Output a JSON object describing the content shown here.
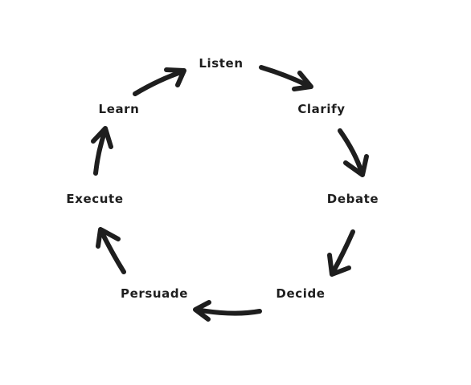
{
  "diagram": {
    "steps": [
      {
        "label": "Listen"
      },
      {
        "label": "Clarify"
      },
      {
        "label": "Debate"
      },
      {
        "label": "Decide"
      },
      {
        "label": "Persuade"
      },
      {
        "label": "Execute"
      },
      {
        "label": "Learn"
      }
    ],
    "arrow_color": "#1e1e1e",
    "text_color": "#1e1e1e"
  }
}
